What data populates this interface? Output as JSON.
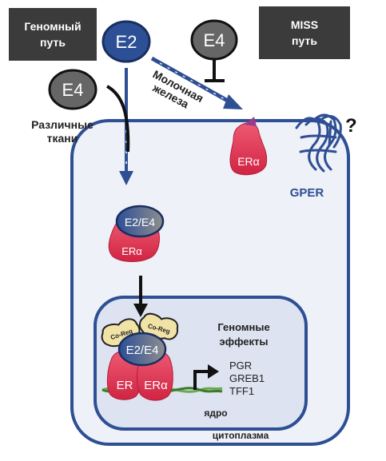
{
  "genomic_box": {
    "line1": "Геномный",
    "line2": "путь"
  },
  "miss_box": {
    "line1": "MISS",
    "line2": "путь"
  },
  "e2_top": "E2",
  "e4_left": "E4",
  "e4_top": "E4",
  "tissues_label": {
    "line1": "Различные",
    "line2": "ткани"
  },
  "mammary_label": {
    "line1": "Молочная",
    "line2": "железа"
  },
  "membrane_era": "ERα",
  "gper": {
    "label": "GPER",
    "question": "?"
  },
  "complex_cyto": {
    "ligand": "E2/E4",
    "receptor": "ERα"
  },
  "nucleus": {
    "coreg_left": "Co-Reg",
    "coreg_right": "Co-Reg",
    "ligand": "E2/E4",
    "er_left": "ER",
    "er_right": "ERα",
    "effects_line1": "Геномные",
    "effects_line2": "эффекты",
    "genes": [
      "PGR",
      "GREB1",
      "TFF1"
    ],
    "label": "ядро"
  },
  "cytoplasm_label": "цитоплазма",
  "colors": {
    "membrane": "#2e4f93",
    "cell_fill": "#eef1f8",
    "nucleus_fill": "#dde3f0",
    "e2_blue": "#2c4f96",
    "e4_gray": "#666666",
    "receptor_pink": "#e3324f",
    "coreg_yellow": "#f1e3a6",
    "dark_box": "#3b3b3b"
  }
}
